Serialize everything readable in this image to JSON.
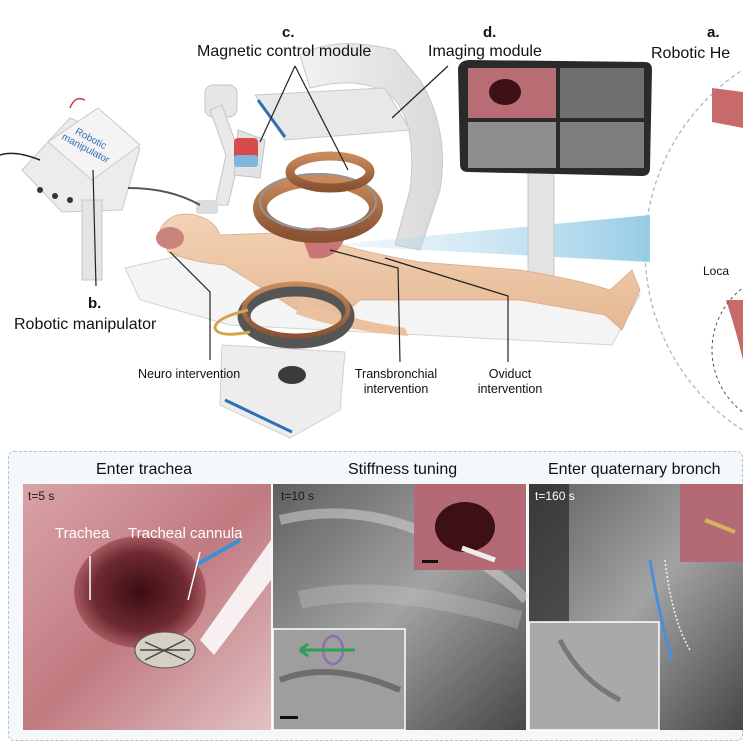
{
  "top": {
    "label_a_letter": "a.",
    "label_a_text": "Robotic He",
    "label_b_letter": "b.",
    "label_b_text": "Robotic manipulator",
    "label_c_letter": "c.",
    "label_c_text": "Magnetic control module",
    "label_d_letter": "d.",
    "label_d_text": "Imaging module",
    "neuro": "Neuro intervention",
    "transbronchial": "Transbronchial intervention",
    "oviduct": "Oviduct intervention",
    "loca": "Loca",
    "manipulator_box_text": "Robotic manipulator"
  },
  "bottom": {
    "panel1": {
      "title": "Enter trachea",
      "time": "t=5 s",
      "label_trachea": "Trachea",
      "label_cannula": "Tracheal cannula"
    },
    "panel2": {
      "title": "Stiffness tuning",
      "time": "t=10 s"
    },
    "panel3": {
      "title": "Enter quaternary bronch",
      "time": "t=160 s"
    }
  },
  "colors": {
    "accent_blue": "#2f6fb5",
    "magnet_copper": "#b6764a",
    "endoscope_pink": "#c7858a",
    "xray_gray": "#8c8c8c",
    "panel_border": "#a9c6d6"
  }
}
